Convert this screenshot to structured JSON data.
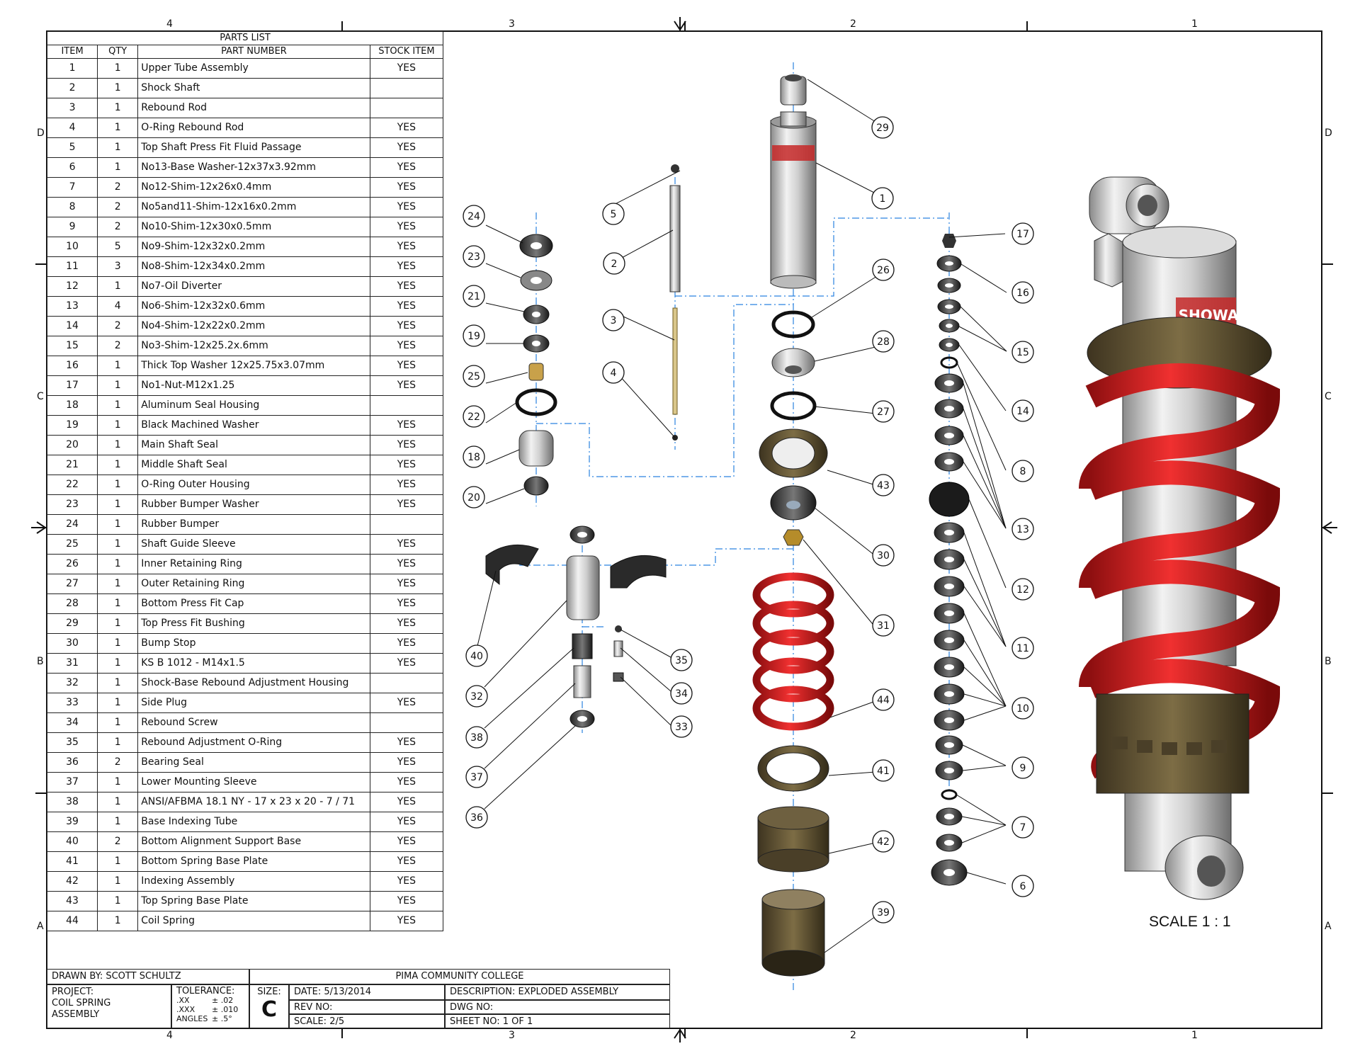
{
  "zones": {
    "top": [
      "4",
      "3",
      "2",
      "1"
    ],
    "bottom": [
      "4",
      "3",
      "2",
      "1"
    ],
    "left": [
      "D",
      "C",
      "B",
      "A"
    ],
    "right": [
      "D",
      "C",
      "B",
      "A"
    ]
  },
  "parts_list": {
    "title": "PARTS LIST",
    "headers": [
      "ITEM",
      "QTY",
      "PART NUMBER",
      "STOCK ITEM"
    ],
    "rows": [
      [
        "1",
        "1",
        "Upper Tube Assembly",
        "YES"
      ],
      [
        "2",
        "1",
        "Shock Shaft",
        ""
      ],
      [
        "3",
        "1",
        "Rebound Rod",
        ""
      ],
      [
        "4",
        "1",
        "O-Ring Rebound Rod",
        "YES"
      ],
      [
        "5",
        "1",
        "Top Shaft Press Fit Fluid Passage",
        "YES"
      ],
      [
        "6",
        "1",
        "No13-Base Washer-12x37x3.92mm",
        "YES"
      ],
      [
        "7",
        "2",
        "No12-Shim-12x26x0.4mm",
        "YES"
      ],
      [
        "8",
        "2",
        "No5and11-Shim-12x16x0.2mm",
        "YES"
      ],
      [
        "9",
        "2",
        "No10-Shim-12x30x0.5mm",
        "YES"
      ],
      [
        "10",
        "5",
        "No9-Shim-12x32x0.2mm",
        "YES"
      ],
      [
        "11",
        "3",
        "No8-Shim-12x34x0.2mm",
        "YES"
      ],
      [
        "12",
        "1",
        "No7-Oil Diverter",
        "YES"
      ],
      [
        "13",
        "4",
        "No6-Shim-12x32x0.6mm",
        "YES"
      ],
      [
        "14",
        "2",
        "No4-Shim-12x22x0.2mm",
        "YES"
      ],
      [
        "15",
        "2",
        "No3-Shim-12x25.2x.6mm",
        "YES"
      ],
      [
        "16",
        "1",
        "Thick Top Washer 12x25.75x3.07mm",
        "YES"
      ],
      [
        "17",
        "1",
        "No1-Nut-M12x1.25",
        "YES"
      ],
      [
        "18",
        "1",
        "Aluminum Seal Housing",
        ""
      ],
      [
        "19",
        "1",
        "Black Machined Washer",
        "YES"
      ],
      [
        "20",
        "1",
        "Main Shaft Seal",
        "YES"
      ],
      [
        "21",
        "1",
        "Middle Shaft Seal",
        "YES"
      ],
      [
        "22",
        "1",
        "O-Ring Outer Housing",
        "YES"
      ],
      [
        "23",
        "1",
        "Rubber Bumper Washer",
        "YES"
      ],
      [
        "24",
        "1",
        "Rubber Bumper",
        ""
      ],
      [
        "25",
        "1",
        "Shaft Guide Sleeve",
        "YES"
      ],
      [
        "26",
        "1",
        "Inner Retaining Ring",
        "YES"
      ],
      [
        "27",
        "1",
        "Outer Retaining Ring",
        "YES"
      ],
      [
        "28",
        "1",
        "Bottom Press Fit Cap",
        "YES"
      ],
      [
        "29",
        "1",
        "Top Press Fit Bushing",
        "YES"
      ],
      [
        "30",
        "1",
        "Bump Stop",
        "YES"
      ],
      [
        "31",
        "1",
        "KS B 1012 - M14x1.5",
        "YES"
      ],
      [
        "32",
        "1",
        "Shock-Base Rebound Adjustment Housing",
        ""
      ],
      [
        "33",
        "1",
        "Side Plug",
        "YES"
      ],
      [
        "34",
        "1",
        "Rebound Screw",
        ""
      ],
      [
        "35",
        "1",
        "Rebound Adjustment O-Ring",
        "YES"
      ],
      [
        "36",
        "2",
        "Bearing Seal",
        "YES"
      ],
      [
        "37",
        "1",
        "Lower Mounting Sleeve",
        "YES"
      ],
      [
        "38",
        "1",
        "ANSI/AFBMA 18.1 NY - 17 x 23 x 20 - 7 / 71",
        "YES"
      ],
      [
        "39",
        "1",
        "Base Indexing Tube",
        "YES"
      ],
      [
        "40",
        "2",
        "Bottom Alignment Support Base",
        "YES"
      ],
      [
        "41",
        "1",
        "Bottom Spring Base Plate",
        "YES"
      ],
      [
        "42",
        "1",
        "Indexing Assembly",
        "YES"
      ],
      [
        "43",
        "1",
        "Top Spring Base Plate",
        "YES"
      ],
      [
        "44",
        "1",
        "Coil Spring",
        "YES"
      ]
    ]
  },
  "balloons": [
    "1",
    "2",
    "3",
    "4",
    "5",
    "6",
    "7",
    "8",
    "9",
    "10",
    "11",
    "12",
    "13",
    "14",
    "15",
    "16",
    "17",
    "18",
    "19",
    "20",
    "21",
    "22",
    "23",
    "24",
    "25",
    "26",
    "27",
    "28",
    "29",
    "30",
    "31",
    "32",
    "33",
    "34",
    "35",
    "36",
    "37",
    "38",
    "39",
    "40",
    "41",
    "42",
    "43",
    "44"
  ],
  "view": {
    "scale_label": "SCALE 1 : 1",
    "brand_text": "SHOWA"
  },
  "title_block": {
    "drawn_by": "DRAWN BY: SCOTT SCHULTZ",
    "school": "PIMA COMMUNITY COLLEGE",
    "project_label": "PROJECT:",
    "project_line1": "COIL SPRING",
    "project_line2": "ASSEMBLY",
    "tolerance_label": "TOLERANCE:",
    "tol_xx": ".XX",
    "tol_xx_val": "± .02",
    "tol_xxx": ".XXX",
    "tol_xxx_val": "± .010",
    "tol_angles": "ANGLES",
    "tol_angles_val": "± .5°",
    "size_label": "SIZE:",
    "size_value": "C",
    "date": "DATE: 5/13/2014",
    "description": "DESCRIPTION: EXPLODED ASSEMBLY",
    "rev": "REV NO:",
    "dwg": "DWG NO:",
    "scale": "SCALE: 2/5",
    "sheet": "SHEET NO: 1  OF 1"
  }
}
